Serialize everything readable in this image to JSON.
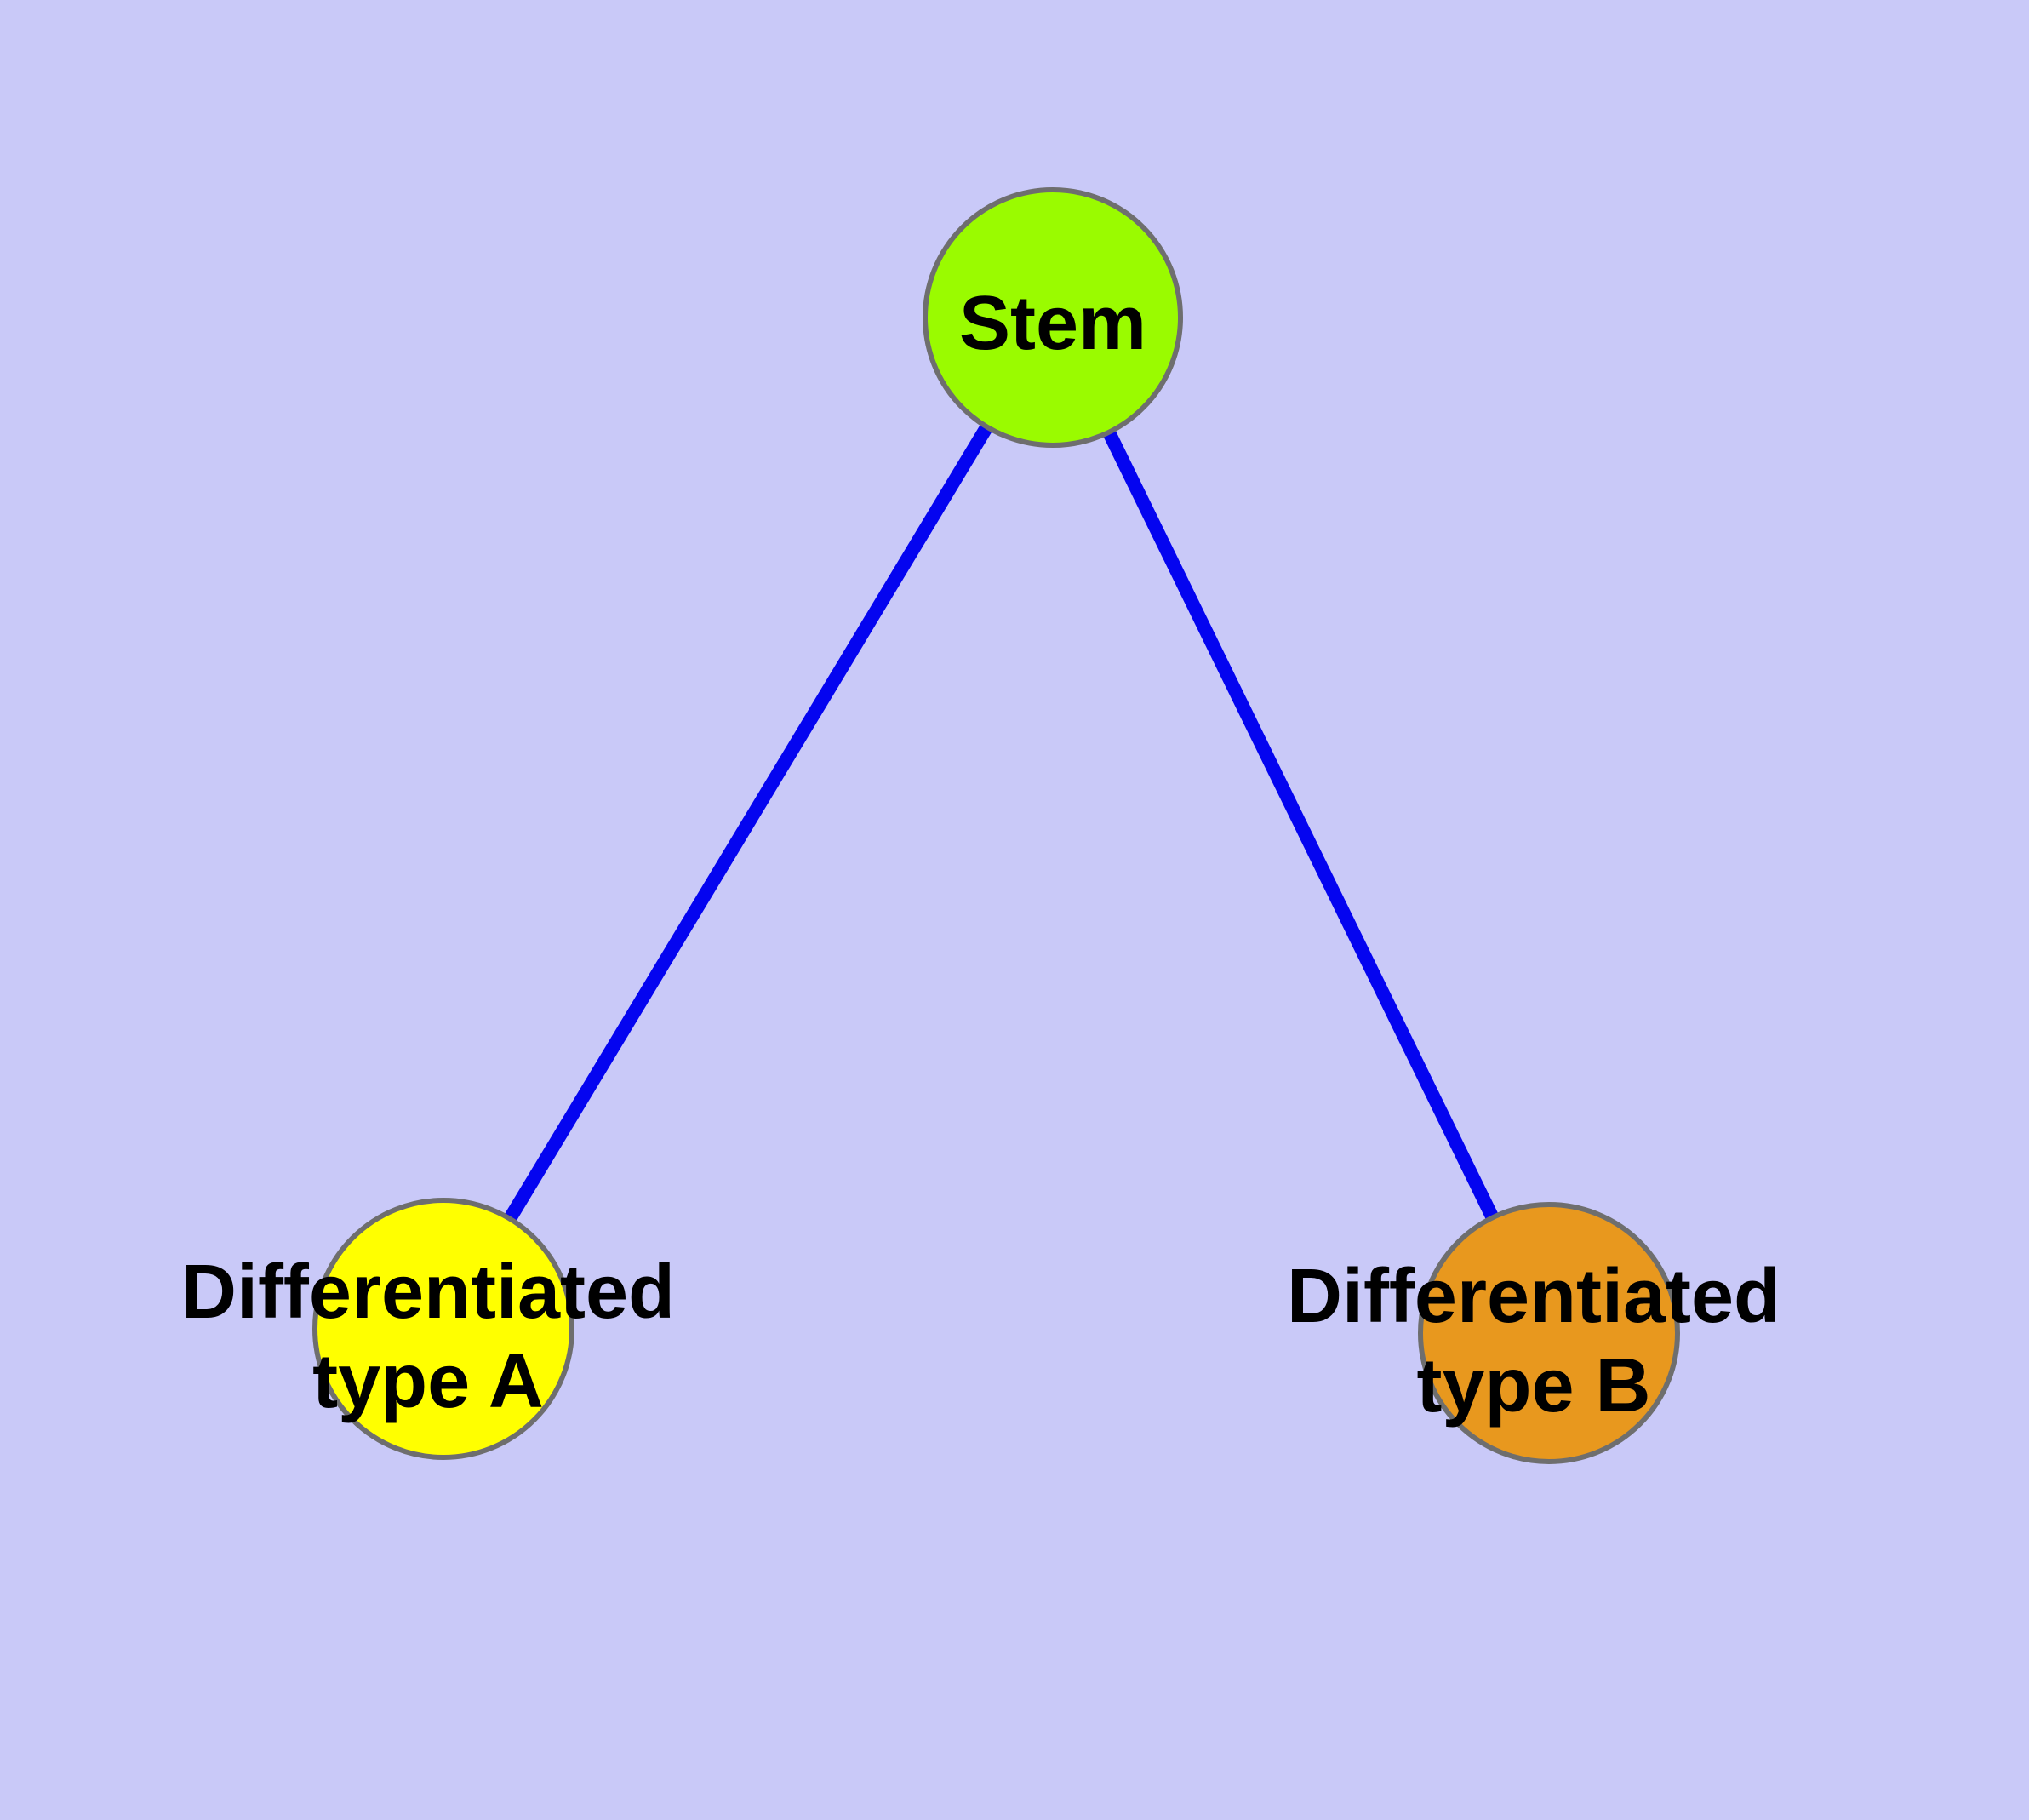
{
  "diagram": {
    "type": "graph",
    "background_color": "#c9c9f8",
    "edge_color": "#0404f0",
    "node_border_color": "#6e6e6e",
    "label_color": "#000000",
    "nodes": [
      {
        "id": "stem",
        "label": "Stem",
        "label_lines": [
          "Stem"
        ],
        "fill": "#9afb00"
      },
      {
        "id": "differentiated-type-a",
        "label": "Differentiated type A",
        "label_lines": [
          "Differentiated",
          "type A"
        ],
        "fill": "#ffff00"
      },
      {
        "id": "differentiated-type-b",
        "label": "Differentiated type B",
        "label_lines": [
          "Differentiated",
          "type B"
        ],
        "fill": "#e8981e"
      }
    ],
    "edges": [
      {
        "from": "stem",
        "to": "differentiated-type-a"
      },
      {
        "from": "stem",
        "to": "differentiated-type-b"
      }
    ]
  }
}
